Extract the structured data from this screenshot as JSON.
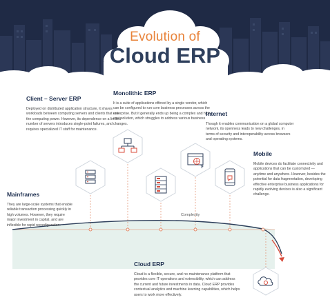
{
  "header": {
    "title_line1": "Evolution of",
    "title_line2": "Cloud ERP"
  },
  "colors": {
    "header_bg": "#1f2a45",
    "title_accent": "#e8833a",
    "title_main": "#2e3f5c",
    "curve": "#2d3e5a",
    "accent_red": "#d84a3a",
    "teal_area": "#e6f1ed"
  },
  "stages": {
    "client_server": {
      "title": "Client – Server ERP",
      "body": "Deployed on distributed application structure, it shares workloads between computing servers and clients that use the computing power. However, its dependence on a limited number of servers introduces single-point failures, and requires specialized IT staff for maintenance.",
      "icon": "network-icon"
    },
    "monolithic": {
      "title": "Monolithic ERP",
      "body": "It is a suite of applications offered by a single vendor, which can be configured to run core business processes across the enterprise. But it generally ends up being a complex and high-cost solution, which struggles to address various business changes.",
      "icon": "server-rack-icon"
    },
    "internet": {
      "title": "Internet",
      "body": "Though it enables communication on a global computer network, its openness leads to new challenges, in terms of security and interoperability across browsers and operating systems.",
      "icon": "web-browser-icon"
    },
    "mobile": {
      "title": "Mobile",
      "body": "Mobile devices do facilitate connectivity and applications that can be customized — anytime and anywhere. However, besides the potential for data fragmentation, developing effective enterprise business applications for rapidly evolving devices is also a significant challenge.",
      "icon": "mobile-phone-icon"
    },
    "mainframes": {
      "title": "Mainframes",
      "body": "They are large-scale systems that enable reliable transaction processing quickly in high volumes. However, they require major investment in capital, and are inflexible for rapid reconfiguration.",
      "icon": "mainframe-icon"
    },
    "cloud": {
      "title": "Cloud ERP",
      "body": "Cloud is a flexible, secure, and no-maintenance platform that provides core IT operations and extensibility, which can address the current and future investments in data. Cloud ERP provides contextual analytics and machine learning capabilities, which helps users to work more effectively.",
      "icon": "cloud-settings-icon"
    }
  },
  "curve_label": "Complexity"
}
